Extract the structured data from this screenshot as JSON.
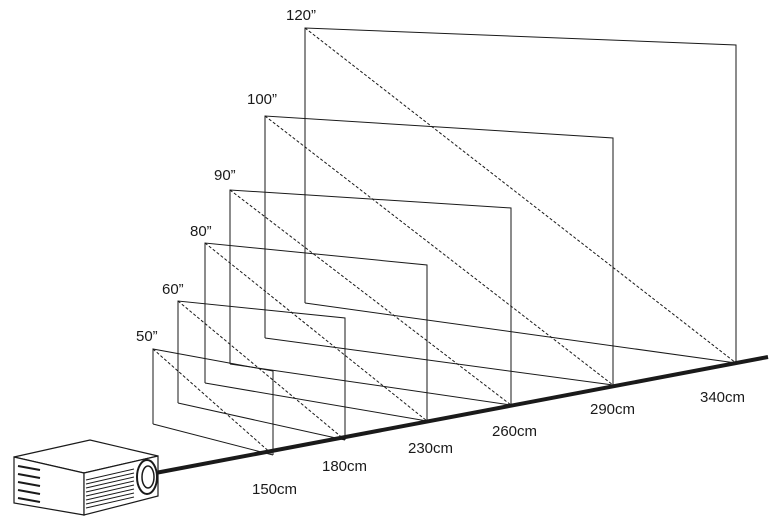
{
  "diagram": {
    "screens": [
      {
        "size_label": "50”",
        "distance_label": "150cm"
      },
      {
        "size_label": "60”",
        "distance_label": "180cm"
      },
      {
        "size_label": "80”",
        "distance_label": "230cm"
      },
      {
        "size_label": "90”",
        "distance_label": "260cm"
      },
      {
        "size_label": "100”",
        "distance_label": "290cm"
      },
      {
        "size_label": "120”",
        "distance_label": "340cm"
      }
    ],
    "colors": {
      "line": "#1a1a1a",
      "floor": "#1a1a1a",
      "projector_body": "#ffffff",
      "projector_lens": "#ffffff"
    }
  }
}
